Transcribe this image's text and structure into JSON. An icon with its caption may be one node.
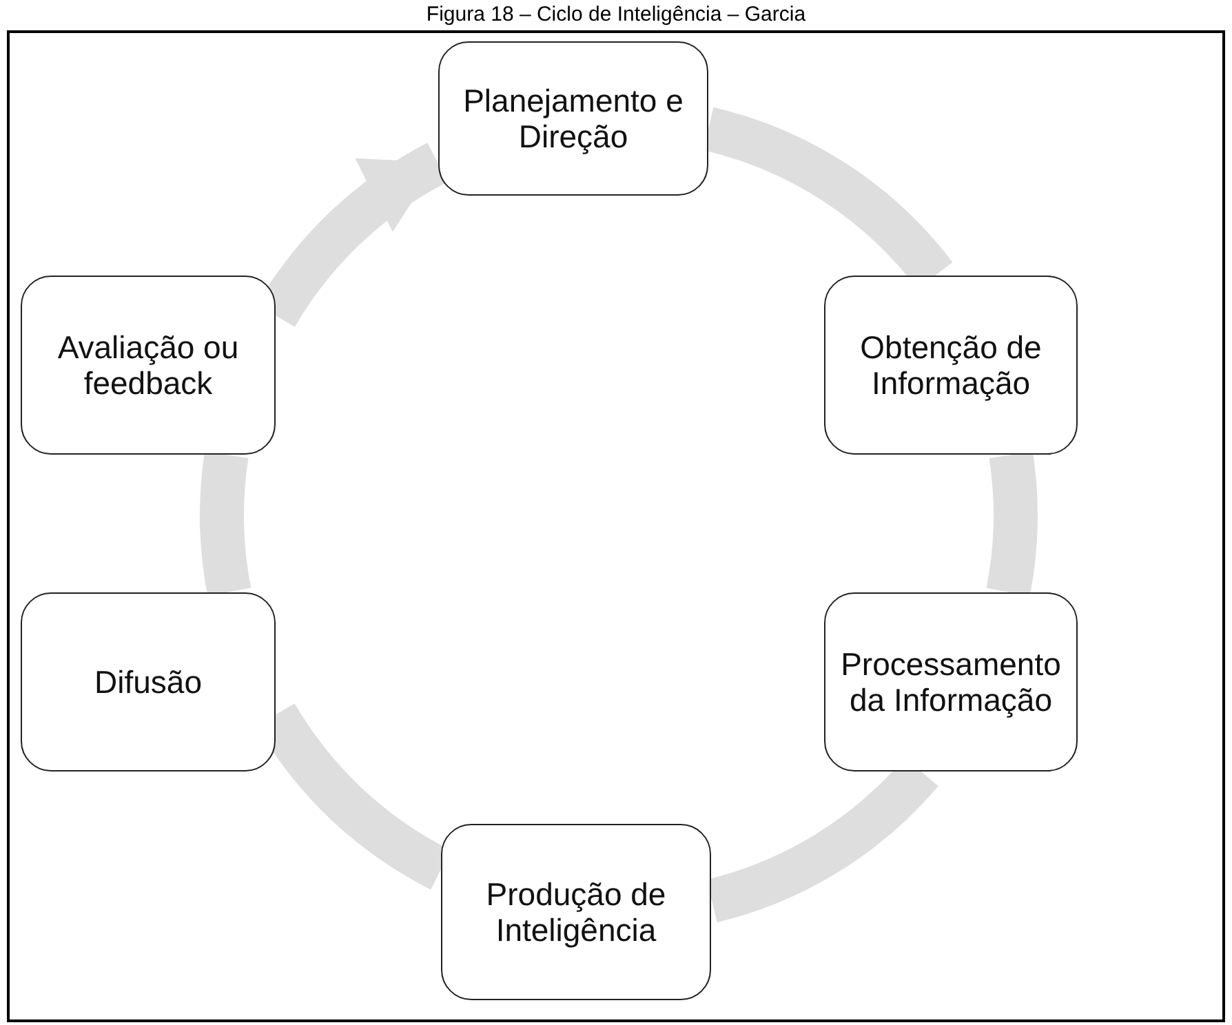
{
  "diagram": {
    "title": "Figura 18 – Ciclo de Inteligência – Garcia",
    "nodes": [
      {
        "text": [
          "Planejamento e Direção"
        ]
      },
      {
        "text": [
          "Obtenção de Informação"
        ]
      },
      {
        "text": [
          "Processamento da Informação"
        ]
      },
      {
        "text": [
          "Produção de Inteligência"
        ]
      },
      {
        "text": [
          "Difusão"
        ]
      },
      {
        "text": [
          "Avaliação ou feedback"
        ]
      }
    ],
    "edges": [
      {
        "from": 0,
        "to": 1,
        "arrow": "none"
      },
      {
        "from": 1,
        "to": 2,
        "arrow": "none"
      },
      {
        "from": 2,
        "to": 3,
        "arrow": "none"
      },
      {
        "from": 3,
        "to": 4,
        "arrow": "none"
      },
      {
        "from": 4,
        "to": 5,
        "arrow": "none"
      },
      {
        "from": 5,
        "to": 0,
        "arrow": "to"
      }
    ]
  }
}
